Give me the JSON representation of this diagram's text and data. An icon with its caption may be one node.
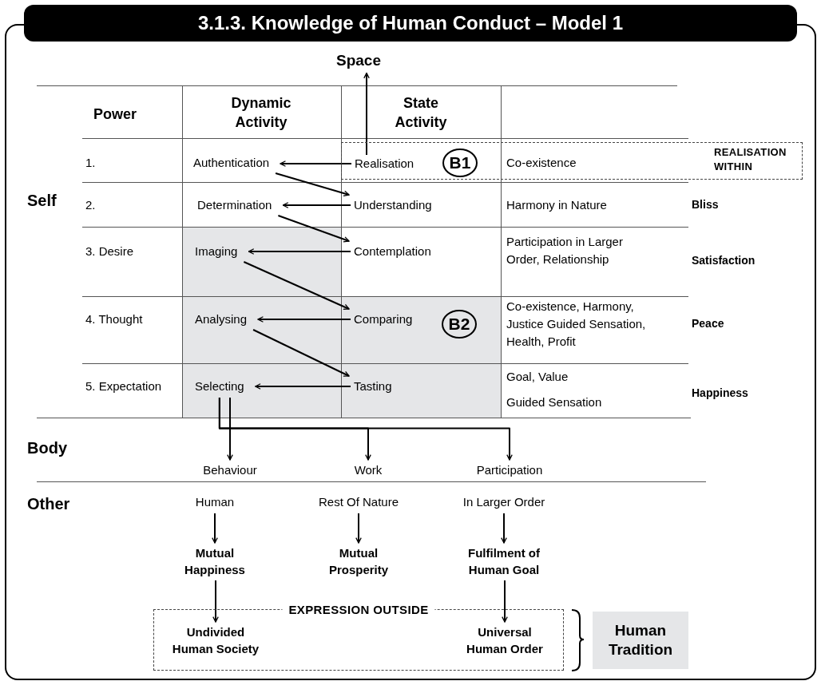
{
  "diagram": {
    "title": "3.1.3. Knowledge of Human Conduct – Model 1",
    "nodes": [
      {
        "text": [
          "Space"
        ]
      },
      {
        "text": [
          "REALISATION WITHIN"
        ]
      },
      {
        "text": [
          "Authentication"
        ]
      },
      {
        "text": [
          "Realisation"
        ],
        "in": 1
      },
      {
        "text": [
          "B1"
        ],
        "in": 1
      },
      {
        "text": [
          "Determination"
        ]
      },
      {
        "text": [
          "Understanding"
        ]
      },
      {
        "text": [
          "Imaging"
        ]
      },
      {
        "text": [
          "Contemplation"
        ]
      },
      {
        "text": [
          "Analysing"
        ]
      },
      {
        "text": [
          "Comparing"
        ]
      },
      {
        "text": [
          "B2"
        ]
      },
      {
        "text": [
          "Selecting"
        ]
      },
      {
        "text": [
          "Tasting"
        ]
      },
      {
        "text": [
          "Behaviour"
        ]
      },
      {
        "text": [
          "Work"
        ]
      },
      {
        "text": [
          "Participation"
        ]
      },
      {
        "text": [
          "Human"
        ]
      },
      {
        "text": [
          "Rest Of Nature"
        ]
      },
      {
        "text": [
          "In Larger Order"
        ]
      },
      {
        "text": [
          "Mutual Happiness"
        ]
      },
      {
        "text": [
          "Mutual Prosperity"
        ]
      },
      {
        "text": [
          "Fulfilment of Human Goal"
        ]
      },
      {
        "text": [
          "EXPRESSION OUTSIDE"
        ]
      },
      {
        "text": [
          "Undivided Human Society"
        ],
        "in": 23
      },
      {
        "text": [
          "Universal Human Order"
        ],
        "in": 23
      },
      {
        "text": [
          "Human Tradition"
        ]
      }
    ],
    "edges": [
      {
        "from": 3,
        "to": 0,
        "arrow": "to"
      },
      {
        "from": 3,
        "to": 2,
        "arrow": "to"
      },
      {
        "from": 2,
        "to": 6,
        "arrow": "to"
      },
      {
        "from": 6,
        "to": 5,
        "arrow": "to"
      },
      {
        "from": 5,
        "to": 8,
        "arrow": "to"
      },
      {
        "from": 8,
        "to": 7,
        "arrow": "to"
      },
      {
        "from": 7,
        "to": 10,
        "arrow": "to"
      },
      {
        "from": 10,
        "to": 9,
        "arrow": "to"
      },
      {
        "from": 9,
        "to": 13,
        "arrow": "to"
      },
      {
        "from": 13,
        "to": 12,
        "arrow": "to"
      },
      {
        "from": 12,
        "to": 14,
        "arrow": "to"
      },
      {
        "from": 12,
        "to": 15,
        "arrow": "to"
      },
      {
        "from": 12,
        "to": 16,
        "arrow": "to"
      },
      {
        "from": 17,
        "to": 20,
        "arrow": "to"
      },
      {
        "from": 18,
        "to": 21,
        "arrow": "to"
      },
      {
        "from": 19,
        "to": 22,
        "arrow": "to"
      },
      {
        "from": 20,
        "to": 24,
        "arrow": "to"
      },
      {
        "from": 22,
        "to": 25,
        "arrow": "to"
      }
    ],
    "labels": [
      "Self",
      "Power",
      "Dynamic Activity",
      "State Activity",
      "1.",
      "2.",
      "3. Desire",
      "4. Thought",
      "5. Expectation",
      "Co-existence",
      "Harmony in Nature",
      "Participation in Larger Order, Relationship",
      "Co-existence, Harmony, Justice Guided Sensation, Health, Profit",
      "Goal, Value",
      "Guided Sensation",
      "Bliss",
      "Satisfaction",
      "Peace",
      "Happiness",
      "Body",
      "Other"
    ]
  }
}
